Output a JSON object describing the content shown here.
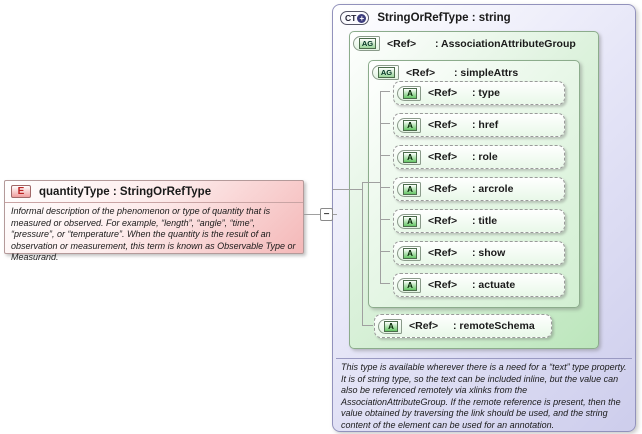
{
  "icons": {
    "element": "E",
    "complex_type": "CT",
    "plus": "+",
    "attribute_group": "AG",
    "attribute": "A",
    "collapse": "−"
  },
  "colors": {
    "element_fill": "#f4b8b8",
    "type_fill": "#cdcdec",
    "group_fill": "#bce6bc",
    "row_fill": "#e9f8e9",
    "connector_line": "#a0a0a0"
  },
  "element": {
    "title": "quantityType : StringOrRefType",
    "annotation": "Informal description of the phenomenon or type of quantity that is measured or observed. For example, “length”, “angle”, “time”, “pressure”, or “temperature”. When the quantity is the result of an observation or measurement, this term is known as Observable Type or Measurand."
  },
  "ct": {
    "title": "StringOrRefType : string",
    "annotation": "This type is available wherever there is a need for a “text” type property. It is of string type, so the text can be included inline, but the value can also be referenced remotely via xlinks from the AssociationAttributeGroup. If the remote reference is present, then the value obtained by traversing the link should be used, and the string content of the element can be used for an annotation.",
    "group": {
      "ref": "<Ref>",
      "name": ": AssociationAttributeGroup",
      "simple": {
        "ref": "<Ref>",
        "name": ": simpleAttrs",
        "attributes": [
          {
            "ref": "<Ref>",
            "name": ": type"
          },
          {
            "ref": "<Ref>",
            "name": ": href"
          },
          {
            "ref": "<Ref>",
            "name": ": role"
          },
          {
            "ref": "<Ref>",
            "name": ": arcrole"
          },
          {
            "ref": "<Ref>",
            "name": ": title"
          },
          {
            "ref": "<Ref>",
            "name": ": show"
          },
          {
            "ref": "<Ref>",
            "name": ": actuate"
          }
        ]
      },
      "remote": {
        "ref": "<Ref>",
        "name": ": remoteSchema"
      }
    }
  }
}
